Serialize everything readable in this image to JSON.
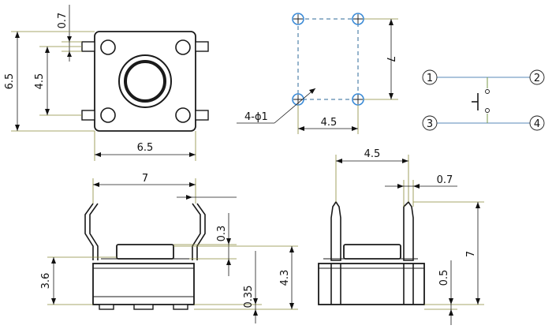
{
  "top_view": {
    "dim_pitch_y": "0.7",
    "dim_height": "6.5",
    "dim_pin_spacing": "4.5",
    "dim_width": "6.5"
  },
  "footprint": {
    "dim_vertical": "7",
    "dim_horizontal": "4.5",
    "hole_label": "4-ϕ1"
  },
  "schematic": {
    "pins": [
      "1",
      "2",
      "3",
      "4"
    ]
  },
  "front_view": {
    "dim_span": "7",
    "dim_cap_height": "0.3",
    "dim_body_height": "3.6",
    "dim_total_height": "4.3",
    "dim_base": "0.35"
  },
  "side_view": {
    "dim_span": "4.5",
    "dim_lead_width": "0.7",
    "dim_lead_length": "7",
    "dim_standoff": "0.5"
  }
}
